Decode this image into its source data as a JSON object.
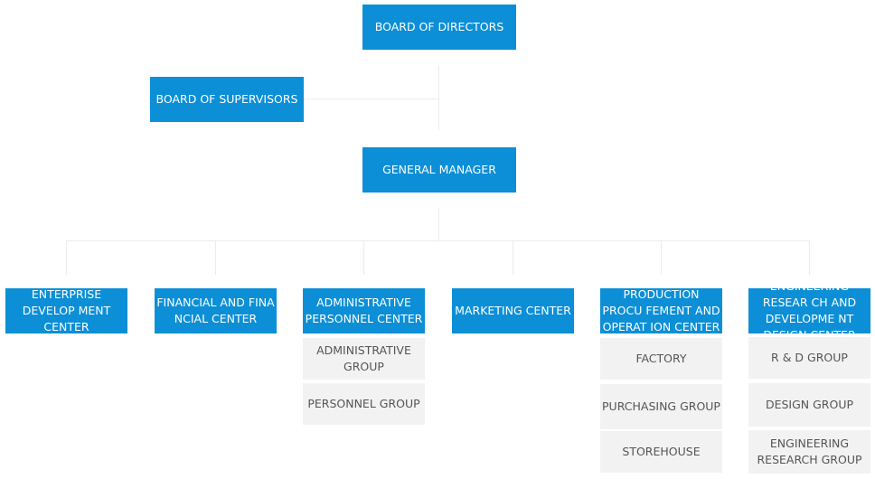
{
  "chart": {
    "top": {
      "directors": "BOARD OF DIRECTORS",
      "supervisors": "BOARD OF SUPERVISORS",
      "gm": "GENERAL MANAGER"
    },
    "centers": [
      {
        "label": "ENTERPRISE DEVELOP MENT CENTER",
        "groups": []
      },
      {
        "label": "FINANCIAL AND FINA NCIAL CENTER",
        "groups": []
      },
      {
        "label": "ADMINISTRATIVE PERSONNEL CENTER",
        "groups": [
          "ADMINISTRATIVE GROUP",
          "PERSONNEL GROUP"
        ]
      },
      {
        "label": "MARKETING CENTER",
        "groups": []
      },
      {
        "label": "PRODUCTION PROCU FEMENT AND OPERAT ION CENTER",
        "groups": [
          "FACTORY",
          "PURCHASING GROUP",
          "STOREHOUSE"
        ]
      },
      {
        "label": "ENGINEERING RESEAR CH AND DEVELOPME NT DESIGN CENTER",
        "groups": [
          "R & D GROUP",
          "DESIGN GROUP",
          "ENGINEERING RESEARCH GROUP"
        ]
      }
    ]
  },
  "colors": {
    "box_blue": "#0c8fd6",
    "box_gray": "#f2f2f2",
    "line": "#ececec"
  }
}
